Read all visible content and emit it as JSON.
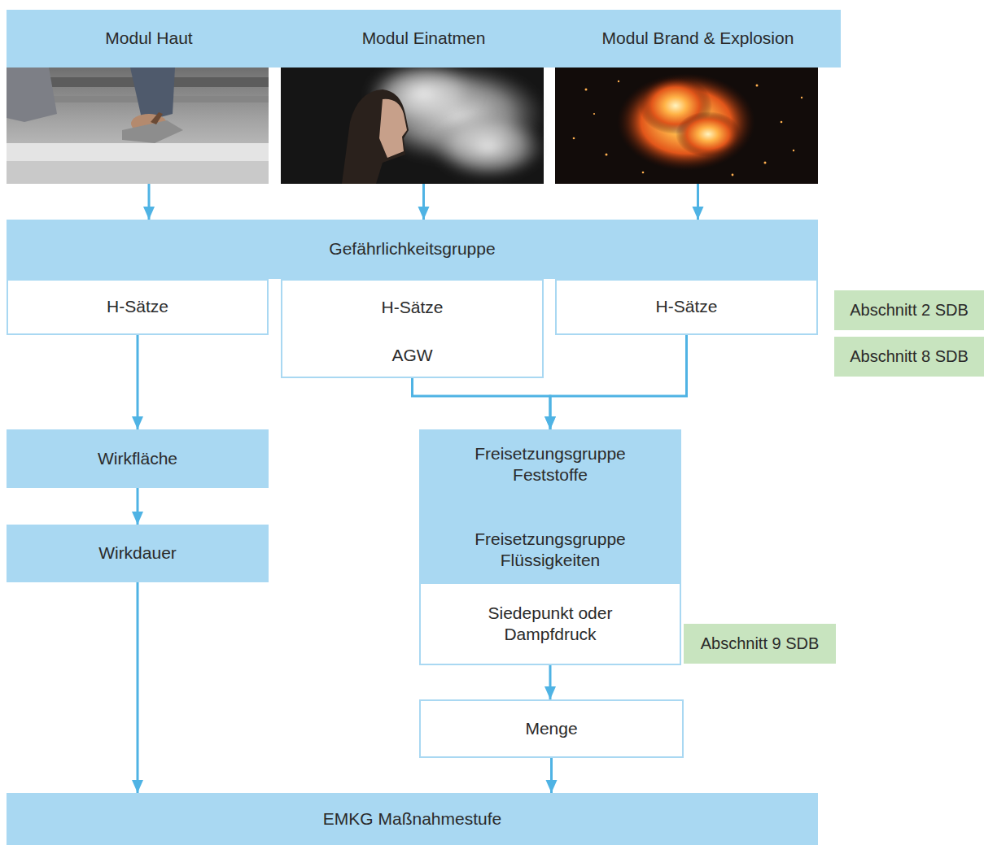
{
  "diagram": {
    "nodes": [
      {
        "text": [
          "Modul Haut"
        ]
      },
      {
        "text": [
          "Modul Einatmen"
        ]
      },
      {
        "text": [
          "Modul Brand & Explosion"
        ]
      },
      {
        "text": [
          "Gefährlichkeitsgruppe"
        ]
      },
      {
        "text": [
          "H-Sätze"
        ]
      },
      {
        "text": [
          "H-Sätze",
          "AGW"
        ]
      },
      {
        "text": [
          "H-Sätze"
        ]
      },
      {
        "text": [
          "Wirkfläche"
        ]
      },
      {
        "text": [
          "Wirkdauer"
        ]
      },
      {
        "text": [
          "Freisetzungsgruppe Feststoffe",
          "Freisetzungsgruppe Flüssigkeiten"
        ]
      },
      {
        "text": [
          "Siedepunkt oder Dampfdruck"
        ],
        "in": 9
      },
      {
        "text": [
          "Menge"
        ]
      },
      {
        "text": [
          "EMKG Maßnahmestufe"
        ]
      },
      {
        "text": [
          "Abschnitt 2 SDB"
        ]
      },
      {
        "text": [
          "Abschnitt 8 SDB"
        ]
      },
      {
        "text": [
          "Abschnitt 9 SDB"
        ]
      }
    ],
    "edges": [
      {
        "from": 0,
        "to": 3,
        "arrow": "to"
      },
      {
        "from": 1,
        "to": 3,
        "arrow": "to"
      },
      {
        "from": 2,
        "to": 3,
        "arrow": "to"
      },
      {
        "from": 4,
        "to": 7,
        "arrow": "to"
      },
      {
        "from": 7,
        "to": 8,
        "arrow": "to"
      },
      {
        "from": 8,
        "to": 12,
        "arrow": "to"
      },
      {
        "from": 5,
        "to": 9,
        "arrow": "to"
      },
      {
        "from": 6,
        "to": 9,
        "arrow": "to"
      },
      {
        "from": 9,
        "to": 11,
        "arrow": "to"
      },
      {
        "from": 11,
        "to": 12,
        "arrow": "to"
      }
    ]
  }
}
